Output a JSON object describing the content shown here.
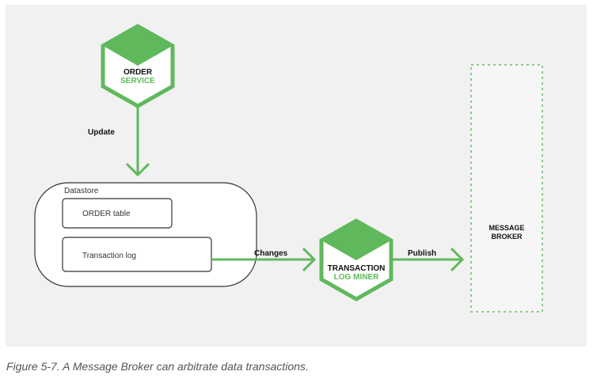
{
  "diagram": {
    "order_service": {
      "line1": "ORDER",
      "line2": "SERVICE"
    },
    "update_label": "Update",
    "datastore": {
      "title": "Datastore",
      "order_table": "ORDER table",
      "transaction_log": "Transaction log"
    },
    "changes_label": "Changes",
    "log_miner": {
      "line1": "TRANSACTION",
      "line2": "LOG MINER"
    },
    "publish_label": "Publish",
    "message_broker": {
      "line1": "MESSAGE",
      "line2": "BROKER"
    },
    "colors": {
      "accent_green": "#5fb95c",
      "panel_bg": "#f1f1f1"
    }
  },
  "caption": "Figure 5-7. A Message Broker can arbitrate data transactions."
}
